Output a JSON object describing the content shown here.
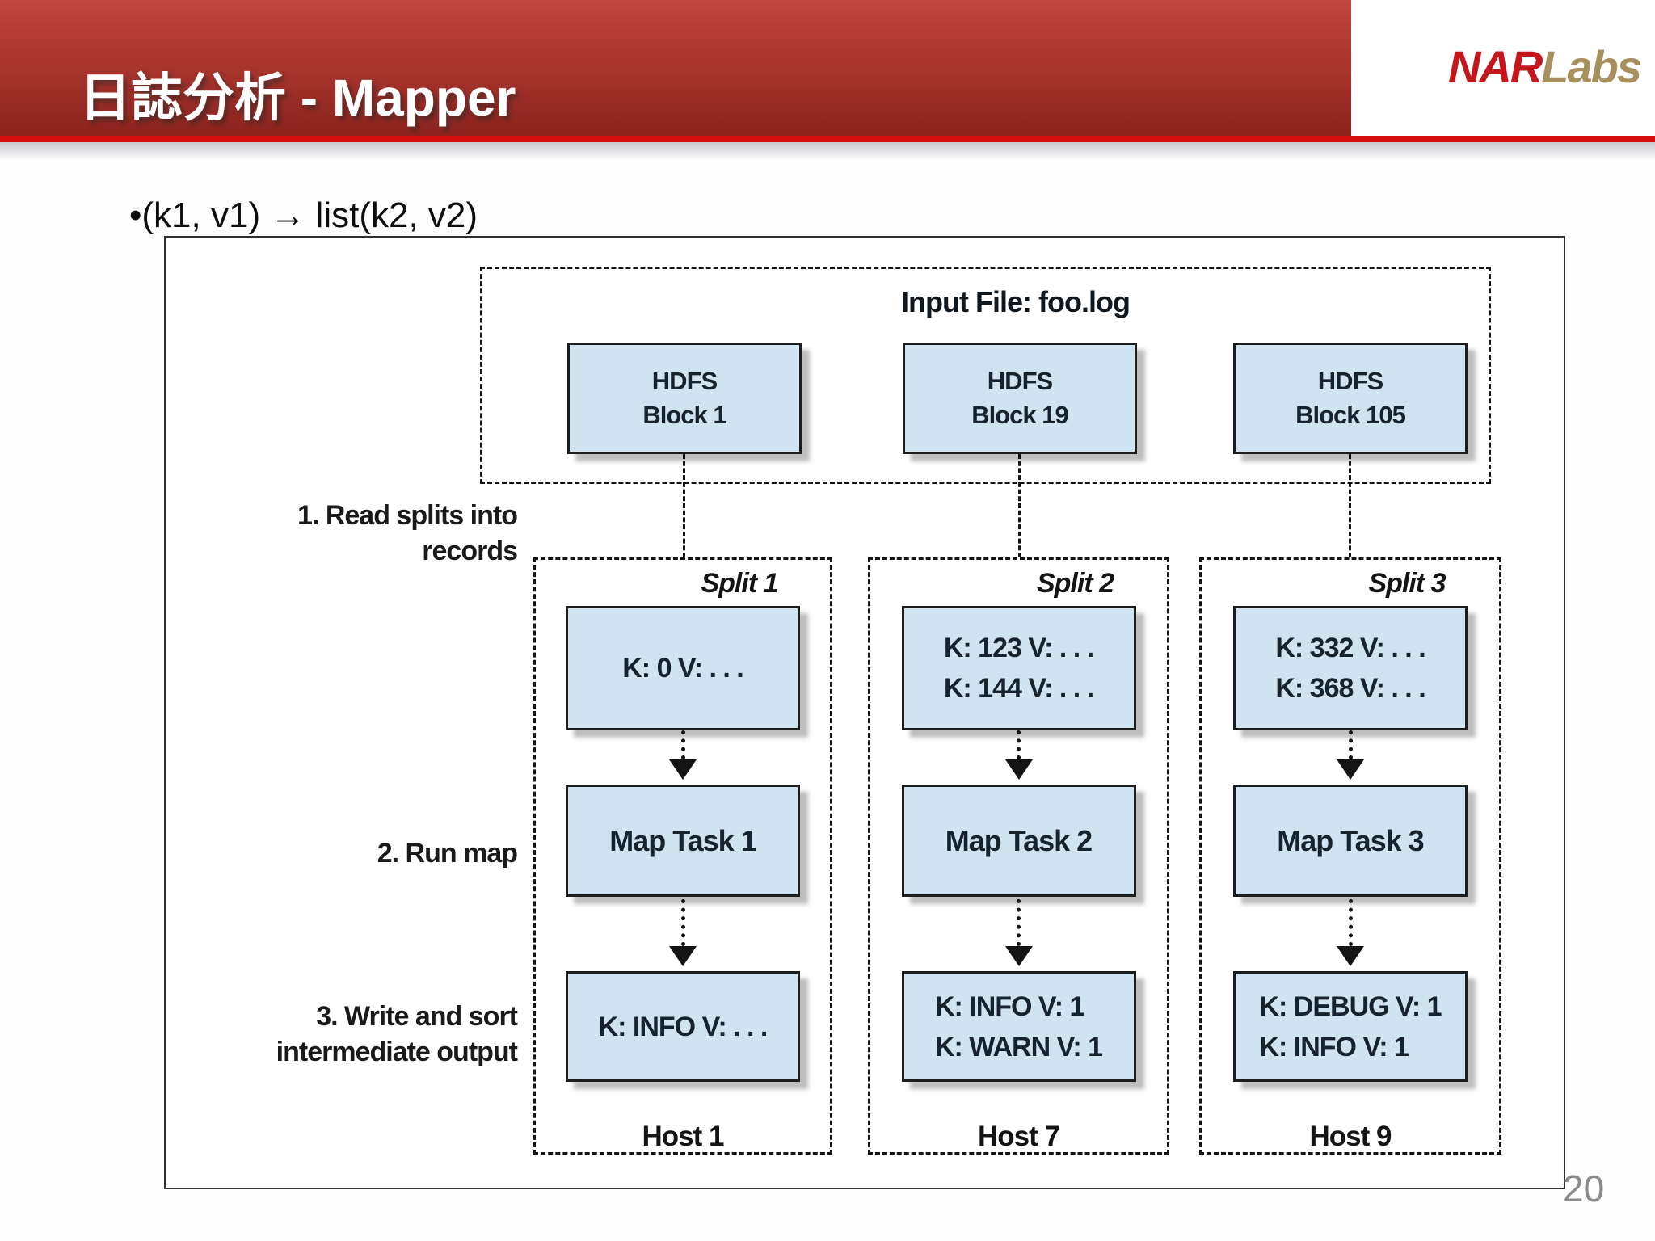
{
  "header": {
    "title": "日誌分析 - Mapper",
    "logo_nar": "NAR",
    "logo_labs": "Labs"
  },
  "bullet": "•(k1, v1) → list(k2, v2)",
  "page_number": "20",
  "diagram": {
    "input_file_label": "Input File: foo.log",
    "hdfs_blocks": [
      {
        "line1": "HDFS",
        "line2": "Block 1"
      },
      {
        "line1": "HDFS",
        "line2": "Block 19"
      },
      {
        "line1": "HDFS",
        "line2": "Block 105"
      }
    ],
    "steps": {
      "step1": "1. Read splits into records",
      "step2": "2. Run map",
      "step3_line1": "3. Write and sort",
      "step3_line2": "intermediate output"
    },
    "columns": [
      {
        "split_label": "Split 1",
        "split_lines": [
          "K: 0 V: . . ."
        ],
        "map_task": "Map Task 1",
        "output_lines": [
          "K: INFO V: . . ."
        ],
        "host": "Host 1"
      },
      {
        "split_label": "Split 2",
        "split_lines": [
          "K: 123 V: . . .",
          "K: 144 V: . . ."
        ],
        "map_task": "Map Task 2",
        "output_lines": [
          "K: INFO V: 1",
          "K: WARN V: 1"
        ],
        "host": "Host 7"
      },
      {
        "split_label": "Split 3",
        "split_lines": [
          "K: 332 V: . . .",
          "K: 368 V: . . ."
        ],
        "map_task": "Map Task 3",
        "output_lines": [
          "K: DEBUG V: 1",
          "K: INFO V: 1"
        ],
        "host": "Host 9"
      }
    ]
  },
  "colors": {
    "header_red_top": "#c1463e",
    "header_red_bottom": "#8c231e",
    "accent_line_red": "#d50f0f",
    "logo_nar_red": "#c4161c",
    "logo_labs_gold": "#a8905e",
    "box_fill_blue": "#cfe3f0",
    "box_border": "#1d1d1d",
    "page_number_gray": "#8a8a8a"
  }
}
